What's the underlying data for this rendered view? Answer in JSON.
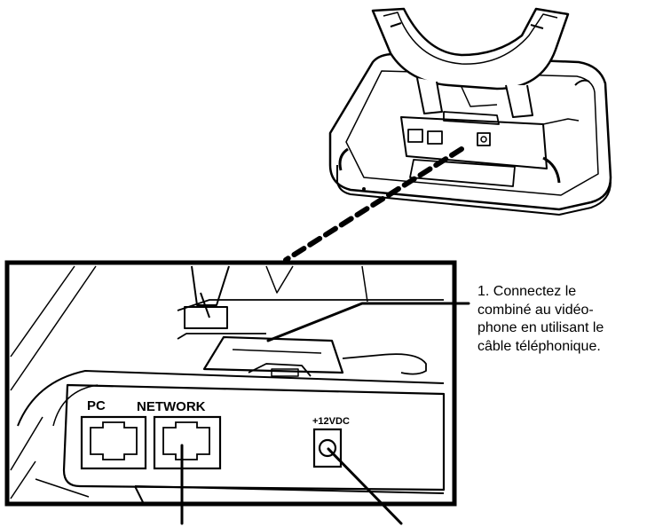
{
  "labels": {
    "port_pc": "PC",
    "port_network": "NETWORK",
    "port_power": "+12VDC"
  },
  "instruction": {
    "lines": [
      "1. Connectez le",
      "combiné au vidéo-",
      "phone en utilisant le",
      "câble téléphonique."
    ]
  },
  "colors": {
    "line": "#000000",
    "background": "#ffffff"
  }
}
